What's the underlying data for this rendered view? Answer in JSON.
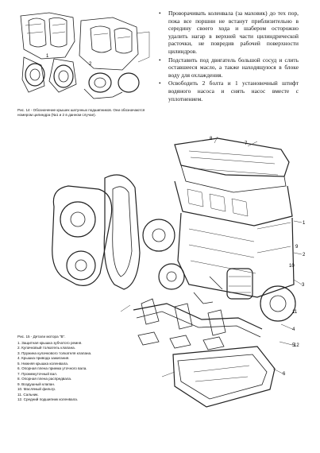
{
  "fig14": {
    "caption": "Рис. 14 - Обозначение крышек шатунных подшипников. Они обозначаются номером цилиндра (№1 и 2 в данном случае).",
    "marks": [
      "1",
      "2"
    ]
  },
  "steps": [
    "Проворачивать коленвала (за маховик) до тех пор, пока все поршни не встанут приблизительно в середину своего хода и шабером осторожно удалить нагар в верхней части цилиндрической расточки, не повредив рабочей поверхности цилиндров.",
    "Подставить под двигатель большой сосуд и слить оставшееся масло, а также находящуюся в блоке воду для охлаждения.",
    "Освободить 2 болта и 1 установочный штифт водяного насоса и снять насос вместе с уплотнением."
  ],
  "fig15": {
    "caption_title": "Рис. 15 - Детали мотора \"В\".",
    "items": [
      "1. Защитная крышка зубчатого ремня.",
      "2. Кулачковый толкатель клапана.",
      "3. Пружина кулачкового толкателя клапана.",
      "4. Крышка привода зажигания.",
      "5. Нижняя крышка коленвала.",
      "6. Опорная плена приема уточного вала.",
      "7. Промежуточный вал.",
      "8. Опорная плена распредвала.",
      "9. Воздушный клапан.",
      "10. Масляный фильтр.",
      "11. Сальник.",
      "12. Средний подшипник коленвала."
    ],
    "callouts": [
      "1",
      "2",
      "3",
      "4",
      "5",
      "6",
      "7",
      "8",
      "9",
      "10",
      "11",
      "12"
    ]
  }
}
